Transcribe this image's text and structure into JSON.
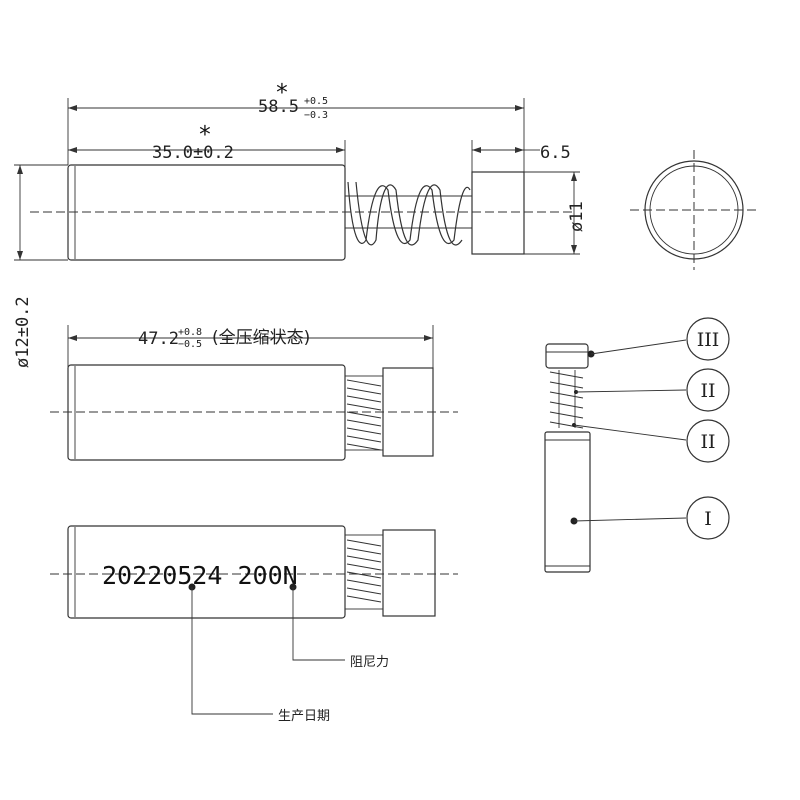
{
  "dims": {
    "overall_main": "58.5",
    "overall_plus": "+0.5",
    "overall_minus": "−0.3",
    "body_length": "35.0±0.2",
    "cap_length": "6.5",
    "cap_dia": "ø11",
    "body_dia": "ø12±0.2",
    "compressed_main": "47.2",
    "compressed_plus": "+0.8",
    "compressed_minus": "−0.5",
    "compressed_note": "(全压缩状态)",
    "asterisk": "*"
  },
  "marking": {
    "text": "20220524 200N",
    "damping_label": "阻尼力",
    "date_label": "生产日期"
  },
  "parts": [
    "III",
    "II",
    "II",
    "I"
  ]
}
